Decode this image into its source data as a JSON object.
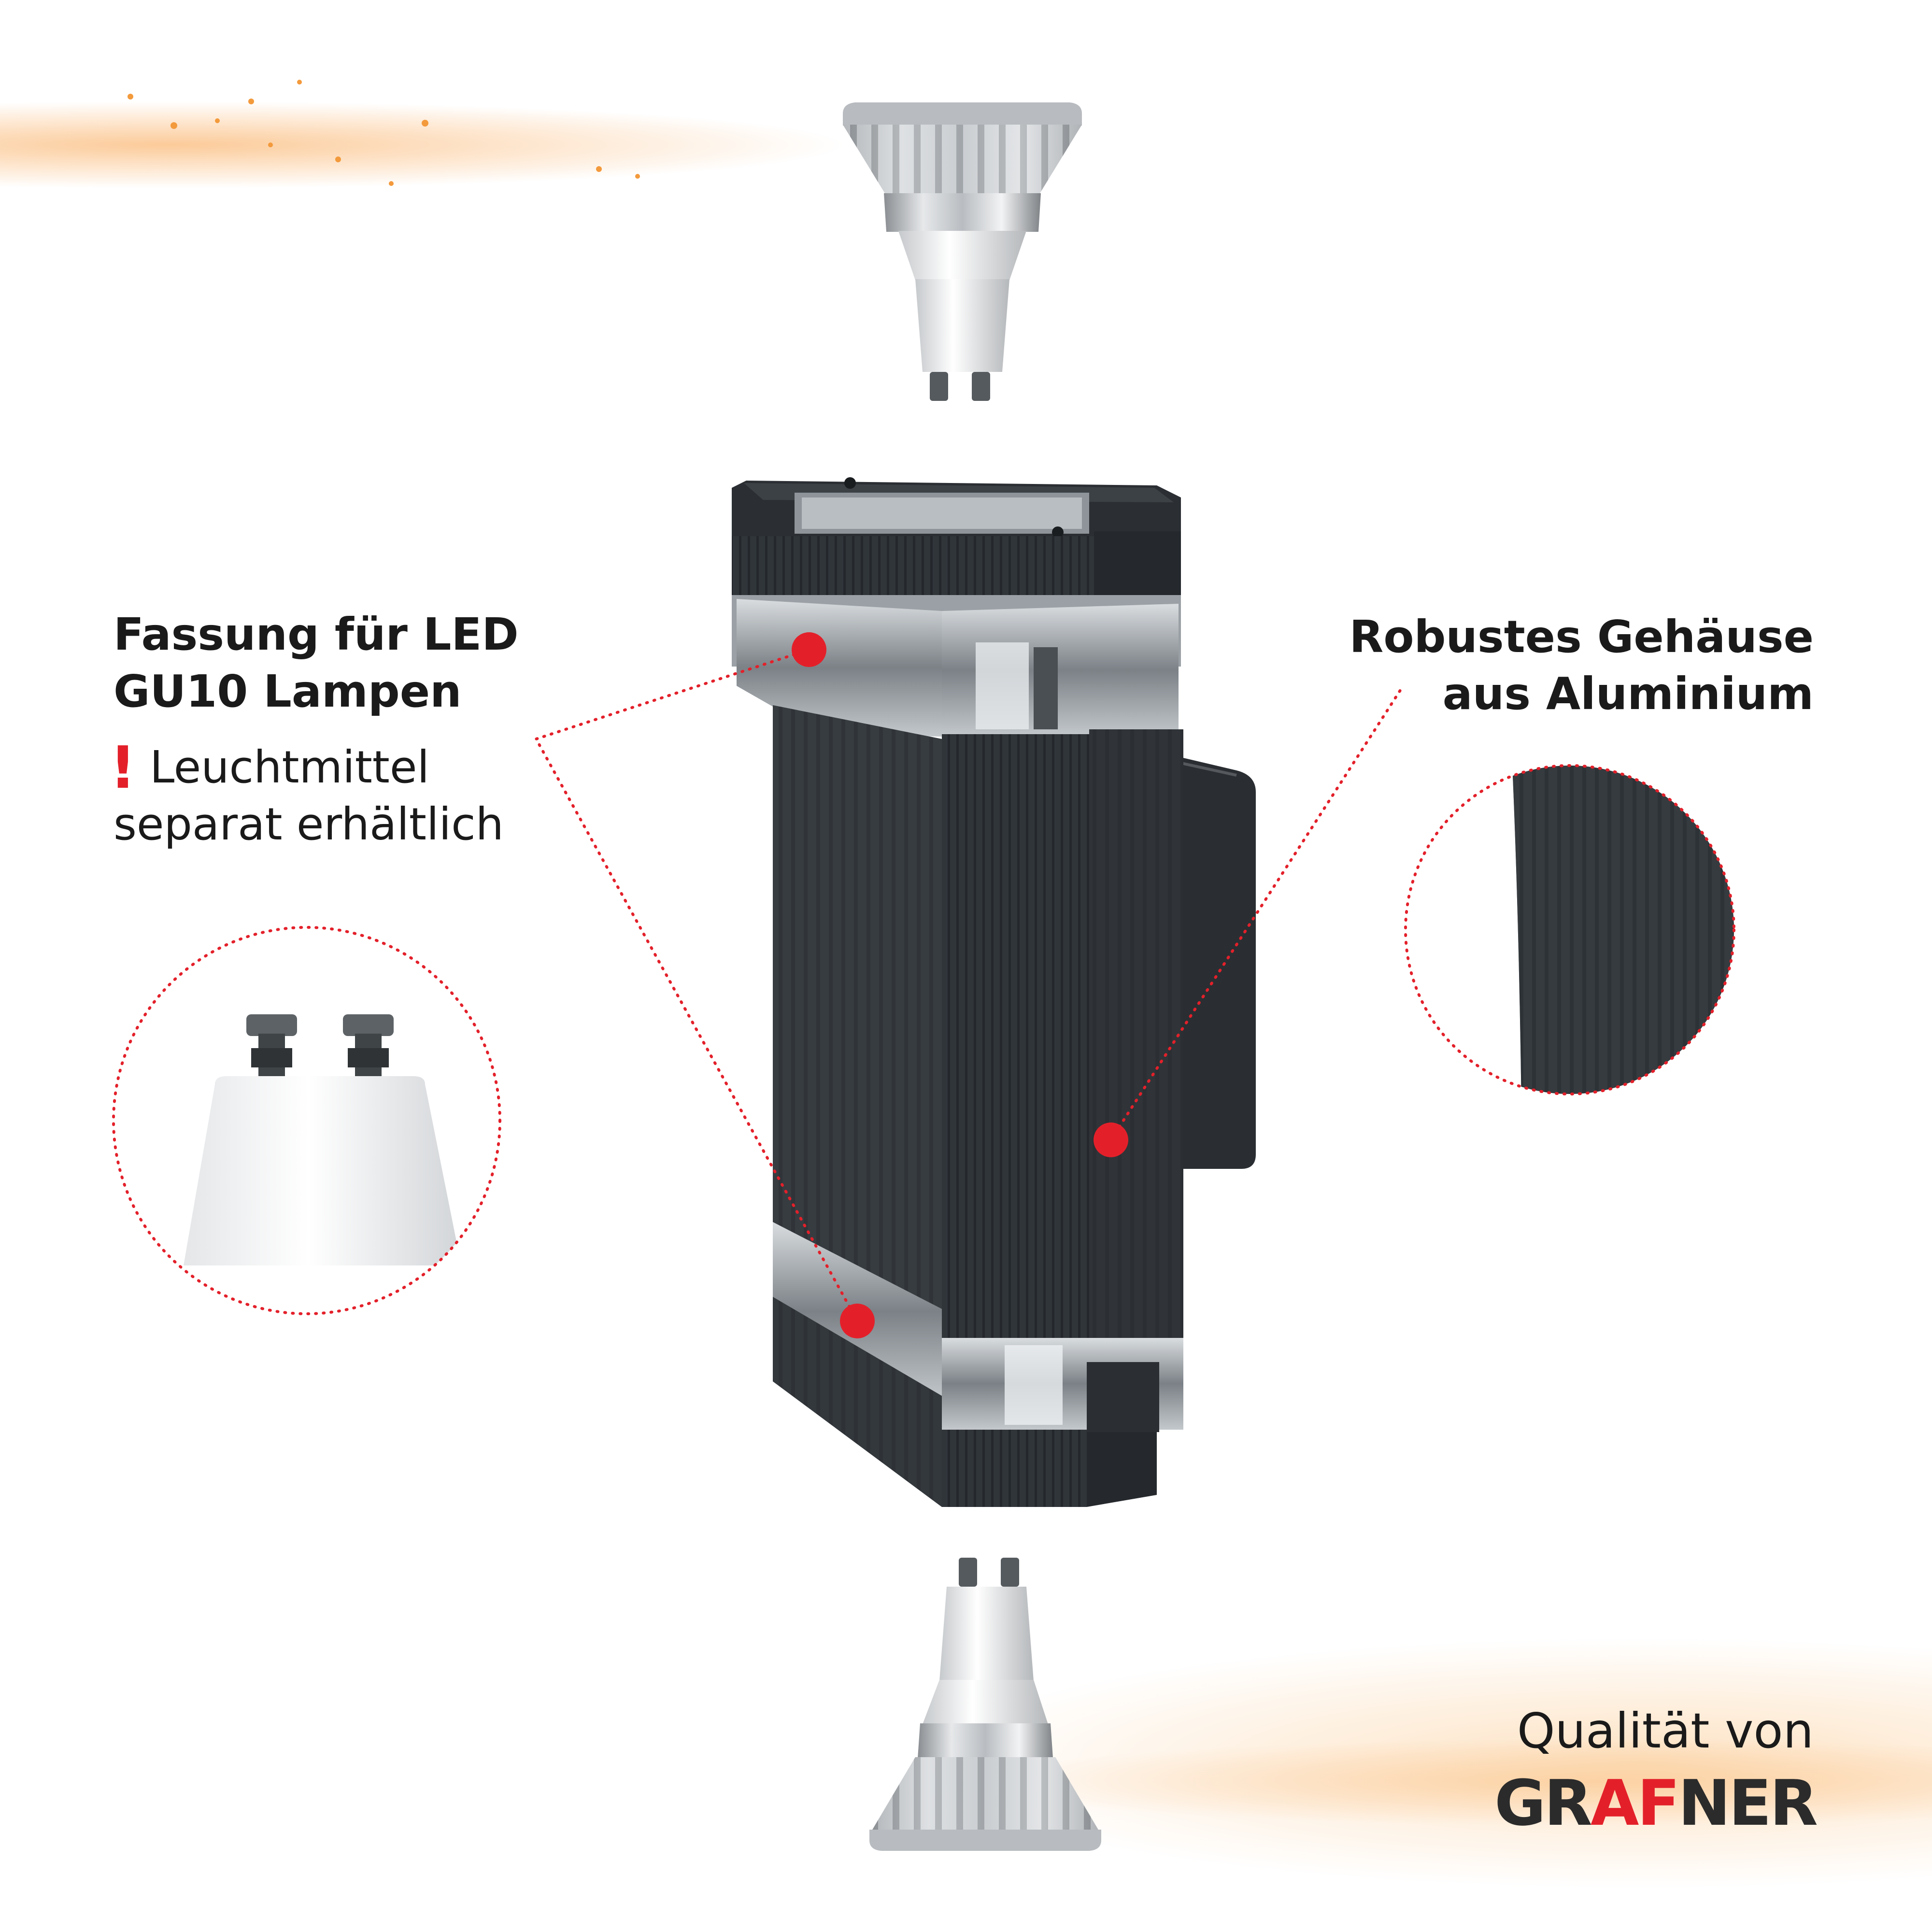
{
  "callouts": {
    "left": {
      "lines": [
        "Fassung für LED",
        "GU10 Lampen"
      ]
    },
    "notice": {
      "mark": "!",
      "lines": [
        "Leuchtmittel",
        "separat erhältlich"
      ]
    },
    "right": {
      "lines": [
        "Robustes Gehäuse",
        "aus Aluminium"
      ]
    }
  },
  "footer": {
    "quality_label": "Qualität von",
    "brand": {
      "part1": "GR",
      "accent": "AF",
      "part2": "NER"
    }
  },
  "colors": {
    "accent": "#e3202a",
    "housing": "#2f3438",
    "text": "#1a1a1a",
    "glow": "#f9a046"
  },
  "icons": [
    "gu10-bulb-icon",
    "gu10-base-icon",
    "exclamation-icon"
  ]
}
